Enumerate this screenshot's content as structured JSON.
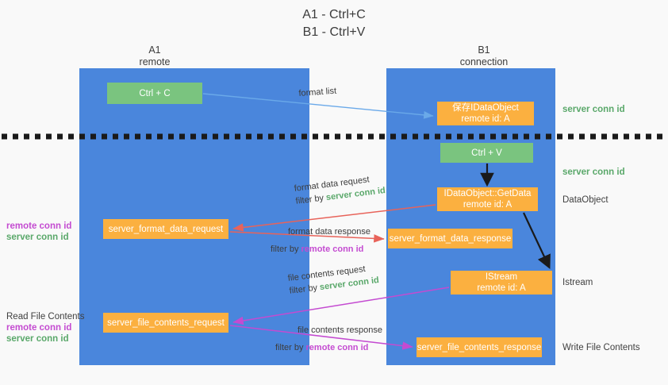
{
  "title": {
    "line1": "A1 - Ctrl+C",
    "line2": "B1 - Ctrl+V"
  },
  "lanes": [
    {
      "id": "a1",
      "title": "A1",
      "subtitle": "remote",
      "color": "#4a86dc"
    },
    {
      "id": "b1",
      "title": "B1",
      "subtitle": "connection",
      "color": "#4a86dc"
    }
  ],
  "nodes": {
    "ctrl_c": {
      "line1": "Ctrl + C",
      "line2": "",
      "color": "#7ac47f"
    },
    "save_dataobject": {
      "line1": "保存IDataObject",
      "line2": "remote id: A",
      "color": "#fbb040"
    },
    "ctrl_v": {
      "line1": "Ctrl + V",
      "line2": "",
      "color": "#7ac47f"
    },
    "getdata": {
      "line1": "IDataObject::GetData",
      "line2": "remote id: A",
      "color": "#fbb040"
    },
    "server_format_data_request": {
      "line1": "server_format_data_request",
      "line2": "",
      "color": "#fbb040"
    },
    "server_format_data_response": {
      "line1": "server_format_data_response",
      "line2": "",
      "color": "#fbb040"
    },
    "istream": {
      "line1": "IStream",
      "line2": "remote id: A",
      "color": "#fbb040"
    },
    "server_file_contents_request": {
      "line1": "server_file_contents_request",
      "line2": "",
      "color": "#fbb040"
    },
    "server_file_contents_response": {
      "line1": "server_file_contents_response",
      "line2": "",
      "color": "#fbb040"
    }
  },
  "edge_labels": {
    "format_list": "format list",
    "format_data_request": {
      "line1": "format data request",
      "prefix": "filter by ",
      "token": "server conn id"
    },
    "format_data_response": {
      "line1": "format data response",
      "prefix": "filter by ",
      "token": "remote conn id"
    },
    "file_contents_request": {
      "line1": "file contents request",
      "prefix": "filter by ",
      "token": "server conn id"
    },
    "file_contents_response": {
      "line1": "file contents response",
      "prefix": "filter by ",
      "token": "remote conn id"
    }
  },
  "side_notes": {
    "server_conn_id_1": "server conn id",
    "server_conn_id_2": "server conn id",
    "dataobject": "DataObject",
    "istream": "Istream",
    "write_file_contents": "Write File Contents"
  },
  "left_notes": {
    "format": {
      "remote": "remote conn id",
      "server": "server conn id"
    },
    "file": {
      "heading": "Read File Contents",
      "remote": "remote conn id",
      "server": "server conn id"
    }
  },
  "colors": {
    "lane": "#4a86dc",
    "green_node": "#7ac47f",
    "orange_node": "#fbb040",
    "remote_conn_id": "#c44bd1",
    "server_conn_id": "#5aa86a",
    "arrow_blue": "#6aa9e9",
    "arrow_red": "#e8635a",
    "arrow_magenta": "#c44bd1",
    "arrow_black": "#1a1a1a",
    "divider": "#1a1a1a",
    "background": "#f9f9f9"
  }
}
